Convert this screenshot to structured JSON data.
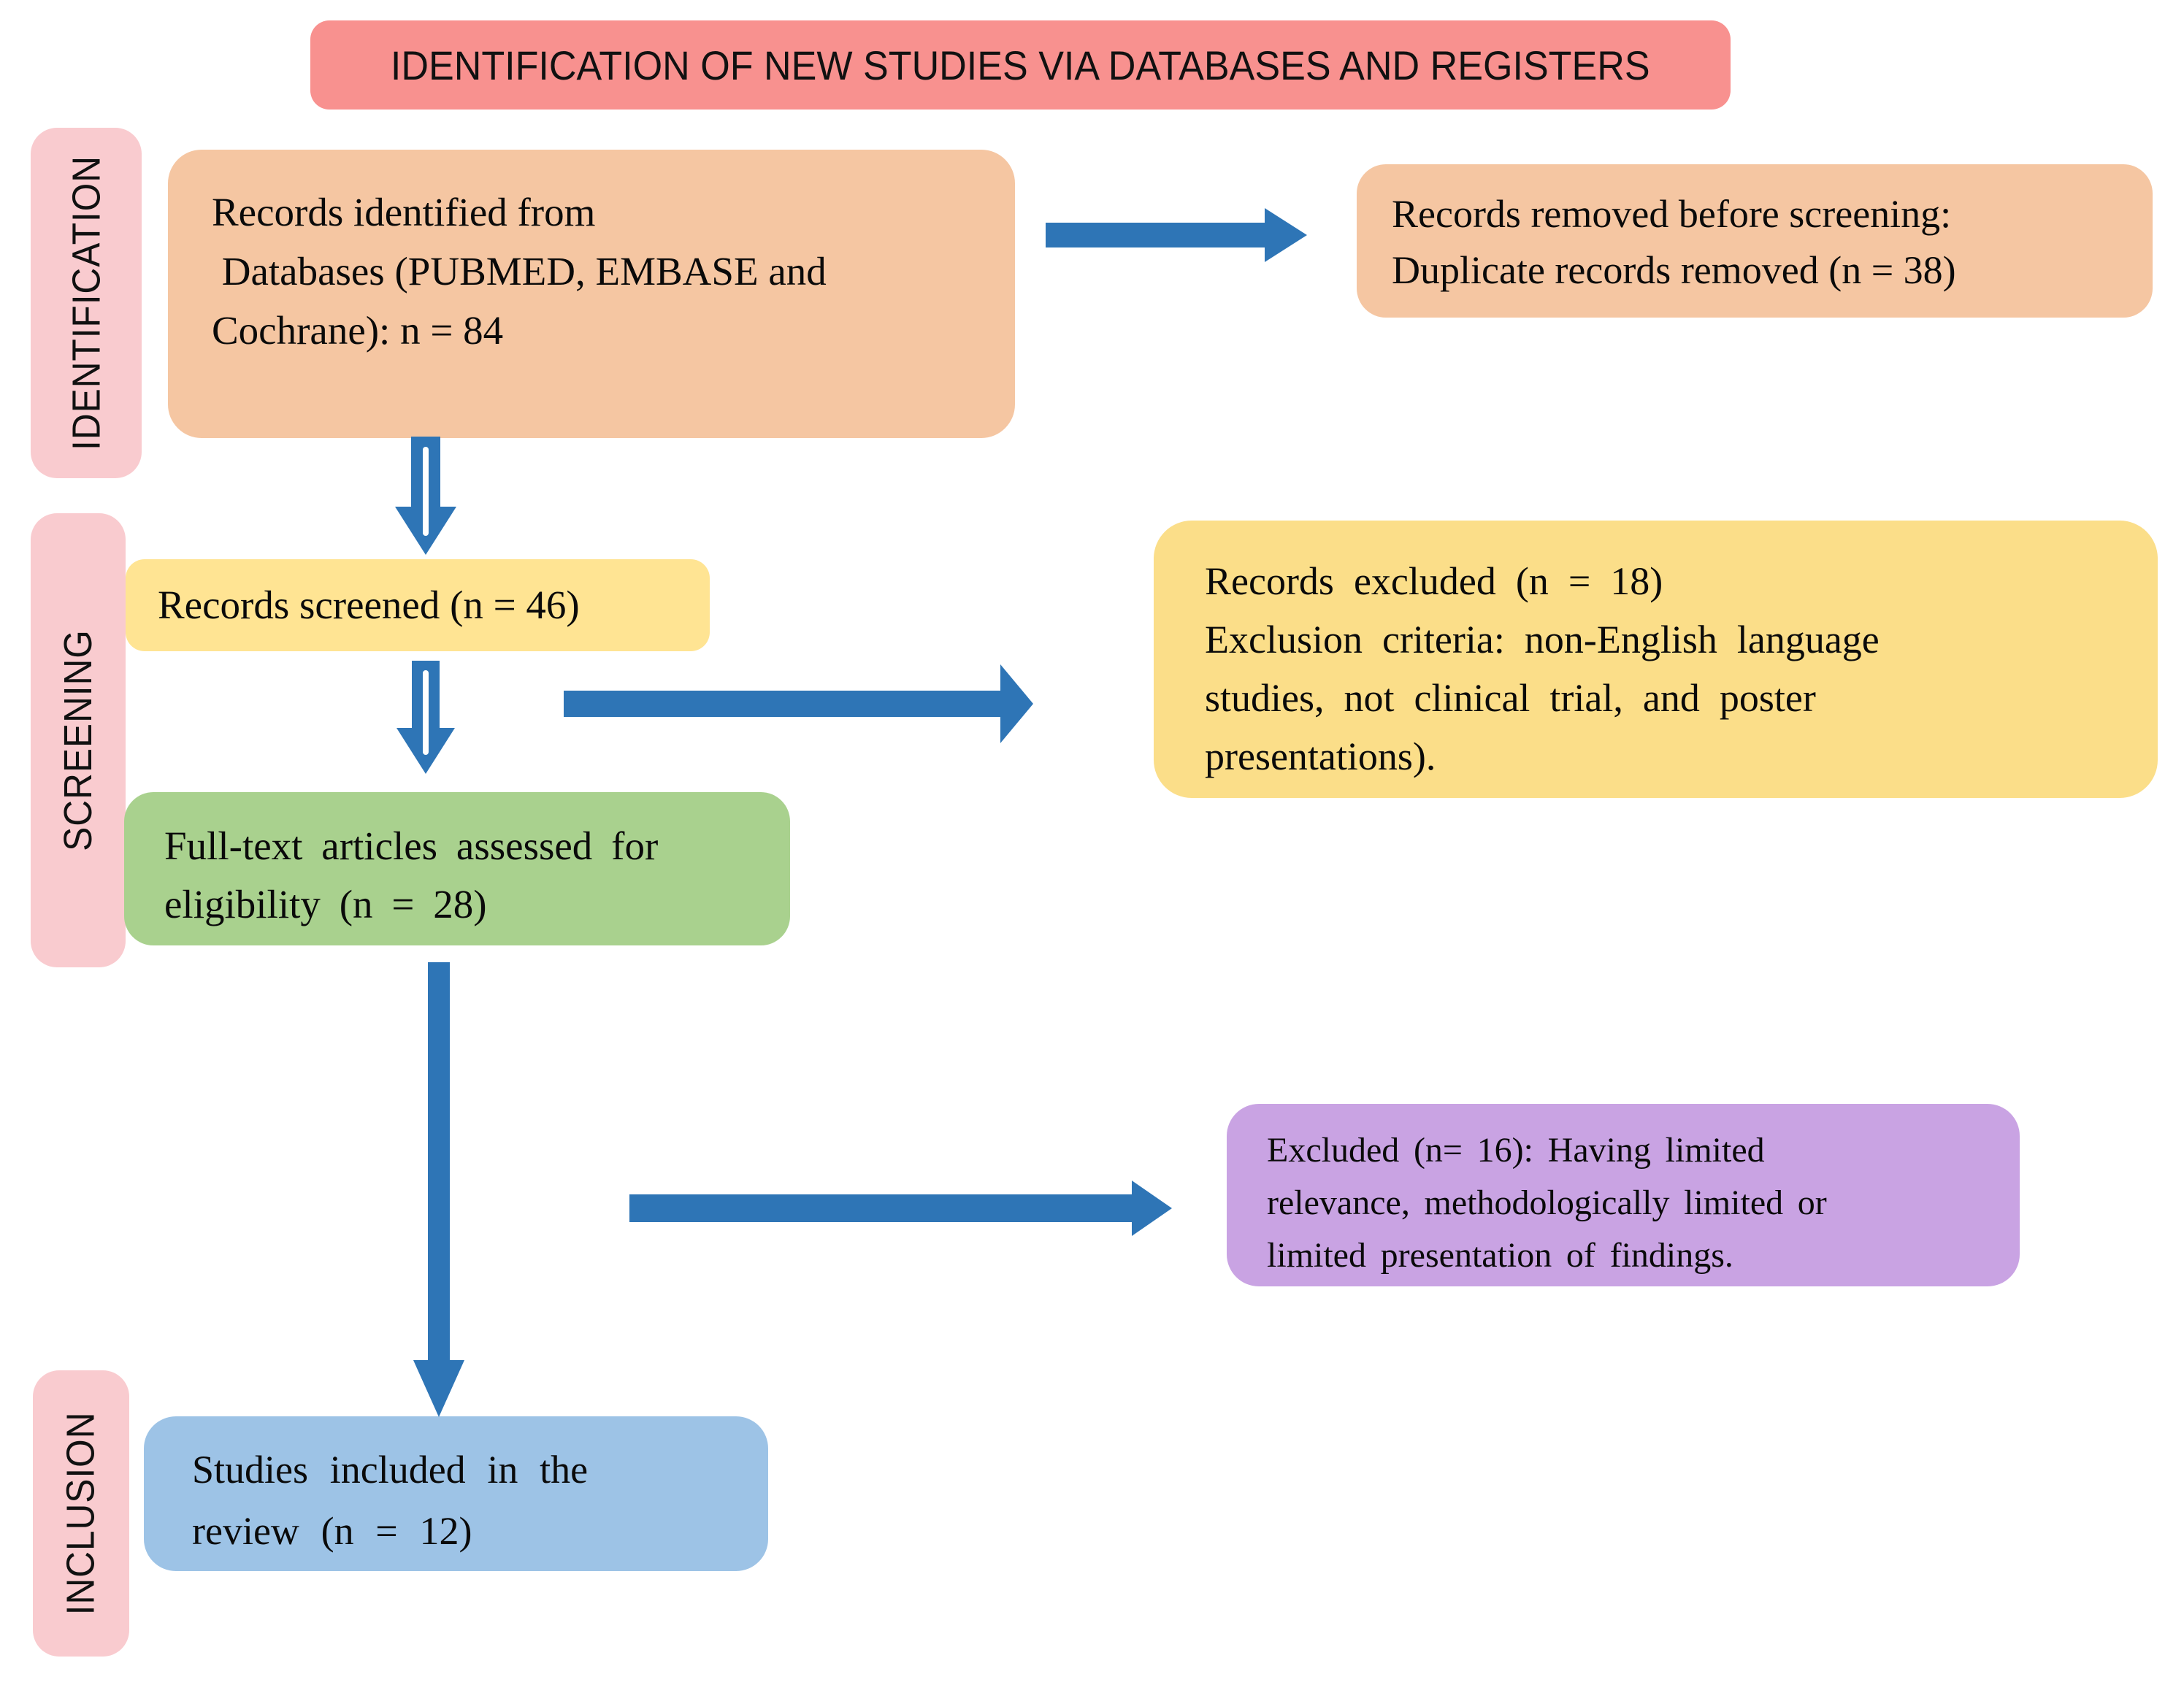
{
  "title_banner": {
    "label": "IDENTIFICATION OF NEW STUDIES VIA DATABASES AND REGISTERS"
  },
  "stage_labels": [
    {
      "label": "IDENTIFICATION"
    },
    {
      "label": "SCREENING"
    },
    {
      "label": "INCLUSION"
    }
  ],
  "boxes": {
    "records_identified": {
      "lines": [
        "Records identified from",
        " Databases (PUBMED, EMBASE and",
        "Cochrane): n = 84"
      ]
    },
    "records_removed": {
      "lines": [
        "Records removed before screening:",
        "Duplicate records removed (n = 38)"
      ]
    },
    "records_screened": {
      "lines": [
        "Records screened (n = 46)"
      ]
    },
    "records_excluded_screening": {
      "lines": [
        "Records excluded (n = 18)",
        "Exclusion criteria: non-English language",
        "studies, not clinical trial, and poster",
        "presentations)."
      ]
    },
    "fulltext_assessed": {
      "lines": [
        "Full-text articles assessed for",
        "eligibility (n = 28)"
      ]
    },
    "excluded_fulltext": {
      "lines": [
        "Excluded (n= 16): Having limited",
        "relevance, methodologically limited or",
        "limited presentation of findings."
      ]
    },
    "studies_included": {
      "lines": [
        "Studies included in the",
        "review (n = 12)"
      ]
    }
  },
  "counts": {
    "identified": 84,
    "duplicates_removed": 38,
    "screened": 46,
    "excluded_at_screening": 18,
    "fulltext_assessed": 28,
    "excluded_at_fulltext": 16,
    "included_in_review": 12
  },
  "colors": {
    "banner_bg": "#F8918F",
    "stage_label_bg": "#F9CBCF",
    "orange_bg": "#F5C6A2",
    "yellow_screened_bg": "#FFE493",
    "yellow_excluded_bg": "#FBDE89",
    "green_bg": "#A9D18E",
    "purple_bg": "#C9A3E3",
    "blue_bg": "#9DC3E6",
    "arrow_blue": "#2E75B6",
    "text": "#0A0A0A"
  }
}
